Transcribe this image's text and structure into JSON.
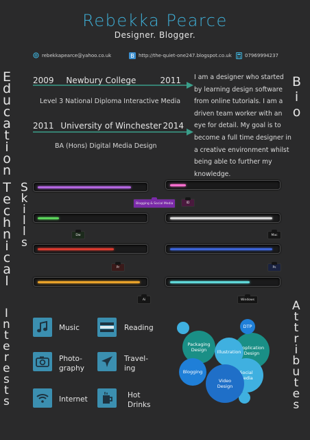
{
  "header": {
    "name": "Rebekka Pearce",
    "tagline": "Designer. Blogger."
  },
  "contact": {
    "email": "rebekkapearce@yahoo.co.uk",
    "blog": "http://the-quiet-one247.blogspot.co.uk",
    "phone": "07969994237"
  },
  "sections": {
    "education": [
      "E",
      "d",
      "u",
      "c",
      "a",
      "t",
      "i",
      "o",
      "n"
    ],
    "bio": [
      "B",
      "i",
      "o"
    ],
    "technical": [
      "T",
      "e",
      "c",
      "h",
      "n",
      "i",
      "c",
      "a",
      "l"
    ],
    "skills": [
      "S",
      "k",
      "i",
      "l",
      "l",
      "s"
    ],
    "interests": [
      "I",
      "n",
      "t",
      "e",
      "r",
      "e",
      "s",
      "t",
      "s"
    ],
    "attributes": [
      "A",
      "t",
      "t",
      "r",
      "i",
      "b",
      "u",
      "t",
      "e",
      "s"
    ]
  },
  "education": [
    {
      "start": "2009",
      "school": "Newbury College",
      "end": "2011",
      "qualification": "Level 3 National Diploma Interactive Media"
    },
    {
      "start": "2011",
      "school": "University of Winchester",
      "end": "2014",
      "qualification": "BA (Hons) Digital Media Design"
    }
  ],
  "bio": "I am a designer who started by learning design software from online tutorials. I am a driven team worker with an eye for detail. My goal is to become a full time designer in a creative environment whilst being able to further my knowledge.",
  "skills": [
    {
      "label": "Blogging & Social Media",
      "level": 0.88,
      "color": "#b366e0"
    },
    {
      "label": "ID",
      "level": 0.15,
      "color": "#ff6fd0"
    },
    {
      "label": "Dw",
      "level": 0.2,
      "color": "#5bd45b"
    },
    {
      "label": "Mac",
      "level": 0.97,
      "color": "#d8d8d8"
    },
    {
      "label": "Pr",
      "level": 0.72,
      "color": "#d83a2f"
    },
    {
      "label": "Ps",
      "level": 0.97,
      "color": "#3c64d8"
    },
    {
      "label": "Ai",
      "level": 0.97,
      "color": "#e8a22a"
    },
    {
      "label": "Windows",
      "level": 0.75,
      "color": "#5fd8d8"
    }
  ],
  "interests": [
    {
      "label": "Music",
      "icon": "music-note-icon"
    },
    {
      "label": "Reading",
      "icon": "books-icon"
    },
    {
      "label": "Photo-\ngraphy",
      "icon": "camera-icon"
    },
    {
      "label": "Travel-\ning",
      "icon": "airplane-icon"
    },
    {
      "label": "Internet",
      "icon": "wifi-icon"
    },
    {
      "label": "Hot\nDrinks",
      "icon": "mug-icon"
    }
  ],
  "attributes": [
    {
      "label": "Packaging\nDesign",
      "color": "#1a8f86"
    },
    {
      "label": "Application\nDesign",
      "color": "#1a8f86"
    },
    {
      "label": "Illustration",
      "color": "#3fb0e0"
    },
    {
      "label": "Blogging",
      "color": "#1f7fd8"
    },
    {
      "label": "Social\nMedia",
      "color": "#3fb0e0"
    },
    {
      "label": "Video\nDesign",
      "color": "#1f6fc8"
    },
    {
      "label": "DTP",
      "color": "#1f7fd8"
    }
  ],
  "colors": {
    "accent": "#3fb0d8",
    "arrow": "#3a9e8a",
    "tile": "#3b8fb0",
    "background": "#2a2a2b"
  }
}
